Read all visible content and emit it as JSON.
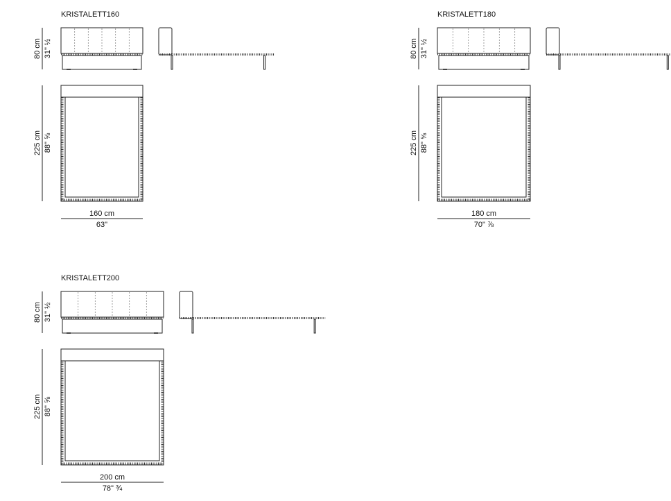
{
  "beds": [
    {
      "model": "KRISTALETT160",
      "height_cm": "80 cm",
      "height_in": "31\" ½",
      "length_cm": "225 cm",
      "length_in": "88\" ⅝",
      "width_cm": "160 cm",
      "width_in": "63\""
    },
    {
      "model": "KRISTALETT180",
      "height_cm": "80 cm",
      "height_in": "31\" ½",
      "length_cm": "225 cm",
      "length_in": "88\" ⅝",
      "width_cm": "180 cm",
      "width_in": "70\" ⅞"
    },
    {
      "model": "KRISTALETT200",
      "height_cm": "80 cm",
      "height_in": "31\" ½",
      "length_cm": "225 cm",
      "length_in": "88\" ⅝",
      "width_cm": "200 cm",
      "width_in": "78\" ¾"
    }
  ]
}
